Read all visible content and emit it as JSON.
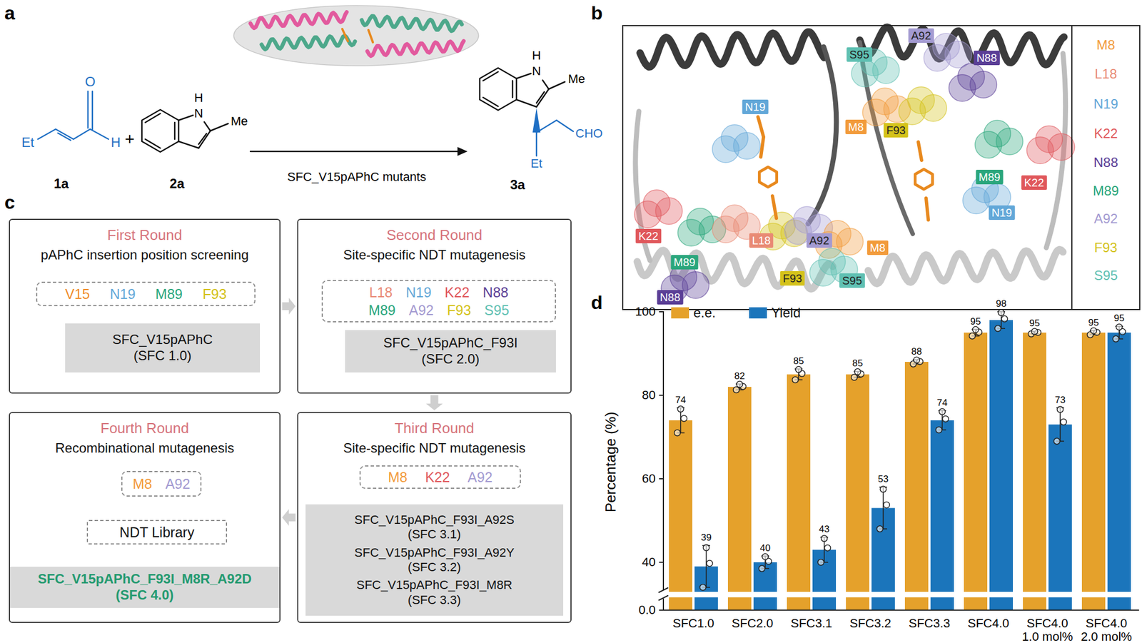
{
  "diagram": {
    "nodes": [
      {
        "text": [
          "A92"
        ]
      },
      {
        "text": [
          "N88"
        ]
      },
      {
        "text": [
          "S95"
        ]
      },
      {
        "text": [
          "N19"
        ]
      },
      {
        "text": [
          "M8"
        ]
      },
      {
        "text": [
          "F93"
        ]
      },
      {
        "text": [
          "M89"
        ]
      },
      {
        "text": [
          "K22"
        ]
      },
      {
        "text": [
          "N19"
        ]
      },
      {
        "text": [
          "K22"
        ]
      },
      {
        "text": [
          "L18"
        ]
      },
      {
        "text": [
          "A92"
        ]
      },
      {
        "text": [
          "M8"
        ]
      },
      {
        "text": [
          "M89"
        ]
      },
      {
        "text": [
          "F93"
        ]
      },
      {
        "text": [
          "S95"
        ]
      },
      {
        "text": [
          "N88"
        ]
      },
      {
        "text": [
          "First Round",
          "pAPhC insertion position screening"
        ]
      },
      {
        "text": [
          "V15",
          "N19",
          "M89",
          "F93"
        ],
        "in": 17
      },
      {
        "text": [
          "SFC_V15pAPhC (SFC 1.0)"
        ],
        "in": 17
      },
      {
        "text": [
          "Second Round",
          "Site-specific NDT mutagenesis"
        ]
      },
      {
        "text": [
          "L18",
          "N19",
          "K22",
          "N88",
          "M89",
          "A92",
          "F93",
          "S95"
        ],
        "in": 20
      },
      {
        "text": [
          "SFC_V15pAPhC_F93I (SFC 2.0)"
        ],
        "in": 20
      },
      {
        "text": [
          "Fourth Round",
          "Recombinational mutagenesis"
        ]
      },
      {
        "text": [
          "M8",
          "A92"
        ],
        "in": 23
      },
      {
        "text": [
          "NDT Library"
        ],
        "in": 23
      },
      {
        "text": [
          "SFC_V15pAPhC_F93I_M8R_A92D (SFC 4.0)"
        ],
        "in": 23
      },
      {
        "text": [
          "Third Round",
          "Site-specific NDT mutagenesis"
        ]
      },
      {
        "text": [
          "M8",
          "K22",
          "A92"
        ],
        "in": 27
      },
      {
        "text": [
          "SFC_V15pAPhC_F93I_A92S (SFC 3.1)",
          "SFC_V15pAPhC_F93I_A92Y (SFC 3.2)",
          "SFC_V15pAPhC_F93I_M8R (SFC 3.3)"
        ],
        "in": 27
      }
    ],
    "edges": [
      {
        "from": 18,
        "to": 19,
        "arrow": "to"
      },
      {
        "from": 21,
        "to": 22,
        "arrow": "to"
      },
      {
        "from": 28,
        "to": 29,
        "arrow": "to"
      },
      {
        "from": 24,
        "to": 25,
        "arrow": "to"
      },
      {
        "from": 25,
        "to": 26,
        "arrow": "to"
      },
      {
        "from": 17,
        "to": 20,
        "arrow": "to"
      },
      {
        "from": 20,
        "to": 27,
        "arrow": "to"
      },
      {
        "from": 27,
        "to": 23,
        "arrow": "to"
      }
    ],
    "labels": [
      "a",
      "b",
      "c",
      "d",
      "Et",
      "O",
      "H",
      "1a",
      "+",
      "H",
      "N",
      "Me",
      "2a",
      "SFC_V15pAPhC mutants",
      "H",
      "N",
      "Me",
      "Et",
      "CHO",
      "3a",
      "Percentage (%)",
      "100",
      "80",
      "60",
      "40",
      "0.0",
      "74",
      "39",
      "82",
      "40",
      "85",
      "43",
      "85",
      "53",
      "88",
      "74",
      "95",
      "98",
      "95",
      "73",
      "95",
      "95",
      "SFC1.0",
      "SFC2.0",
      "SFC3.1",
      "SFC3.2",
      "SFC3.3",
      "SFC4.0",
      "SFC4.0",
      "1.0 mol%",
      "SFC4.0",
      "2.0 mol%"
    ],
    "legend": [
      {
        "text": "M8",
        "color": "#F29B3B"
      },
      {
        "text": "L18",
        "color": "#E98A74"
      },
      {
        "text": "N19",
        "color": "#62A7D8"
      },
      {
        "text": "K22",
        "color": "#E0575B"
      },
      {
        "text": "N88",
        "color": "#5A3E96"
      },
      {
        "text": "M89",
        "color": "#2AA67C"
      },
      {
        "text": "A92",
        "color": "#A39AD1"
      },
      {
        "text": "F93",
        "color": "#D4C21A"
      },
      {
        "text": "S95",
        "color": "#5FC0B2"
      },
      {
        "text": "e.e.",
        "color": "#E5A12B"
      },
      {
        "text": "Yield",
        "color": "#1B75BB"
      }
    ]
  }
}
